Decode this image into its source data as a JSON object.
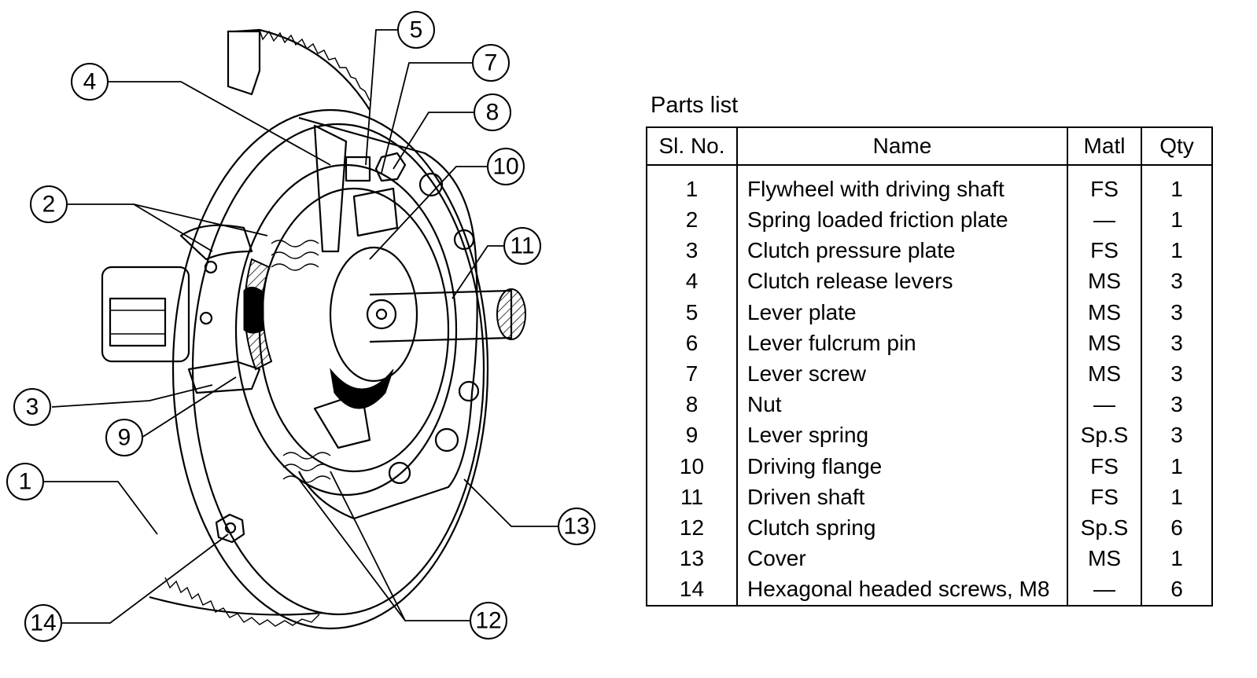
{
  "diagram": {
    "callouts": [
      "1",
      "2",
      "3",
      "4",
      "5",
      "7",
      "8",
      "9",
      "10",
      "11",
      "12",
      "13",
      "14"
    ]
  },
  "parts_list": {
    "caption": "Parts list",
    "headers": {
      "no": "Sl. No.",
      "name": "Name",
      "matl": "Matl",
      "qty": "Qty"
    },
    "rows": [
      {
        "no": "1",
        "name": "Flywheel with driving shaft",
        "matl": "FS",
        "qty": "1"
      },
      {
        "no": "2",
        "name": "Spring loaded friction plate",
        "matl": "—",
        "qty": "1"
      },
      {
        "no": "3",
        "name": "Clutch pressure plate",
        "matl": "FS",
        "qty": "1"
      },
      {
        "no": "4",
        "name": "Clutch release levers",
        "matl": "MS",
        "qty": "3"
      },
      {
        "no": "5",
        "name": "Lever plate",
        "matl": "MS",
        "qty": "3"
      },
      {
        "no": "6",
        "name": "Lever fulcrum pin",
        "matl": "MS",
        "qty": "3"
      },
      {
        "no": "7",
        "name": "Lever screw",
        "matl": "MS",
        "qty": "3"
      },
      {
        "no": "8",
        "name": "Nut",
        "matl": "—",
        "qty": "3"
      },
      {
        "no": "9",
        "name": "Lever spring",
        "matl": "Sp.S",
        "qty": "3"
      },
      {
        "no": "10",
        "name": "Driving flange",
        "matl": "FS",
        "qty": "1"
      },
      {
        "no": "11",
        "name": "Driven shaft",
        "matl": "FS",
        "qty": "1"
      },
      {
        "no": "12",
        "name": "Clutch spring",
        "matl": "Sp.S",
        "qty": "6"
      },
      {
        "no": "13",
        "name": "Cover",
        "matl": "MS",
        "qty": "1"
      },
      {
        "no": "14",
        "name": "Hexagonal headed screws, M8",
        "matl": "—",
        "qty": "6"
      }
    ]
  }
}
